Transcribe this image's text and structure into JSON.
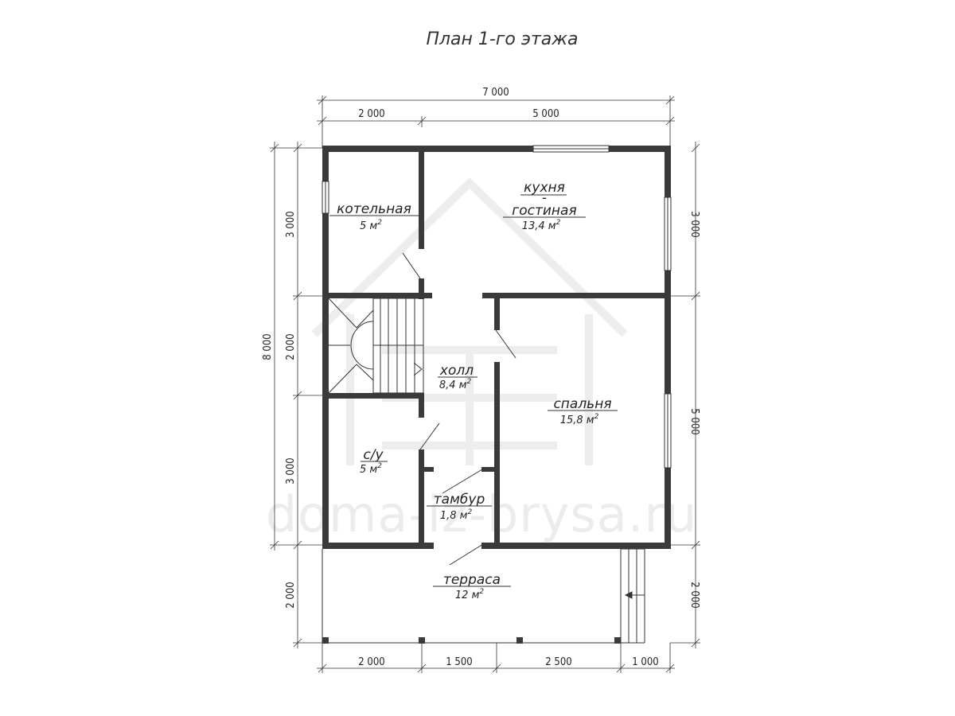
{
  "title": "План 1-го этажа",
  "watermark": "doma-iz-brysa.ru",
  "dimensions": {
    "top_total": "7 000",
    "top_left": "2 000",
    "top_right": "5 000",
    "left_total": "8 000",
    "left_1": "3 000",
    "left_2": "2 000",
    "left_3": "3 000",
    "left_4": "2 000",
    "right_1": "3 000",
    "right_2": "5 000",
    "right_3": "2 000",
    "bottom_1": "2 000",
    "bottom_2": "1 500",
    "bottom_3": "2 500",
    "bottom_4": "1 000"
  },
  "rooms": {
    "boiler": {
      "name": "котельная",
      "area": "5 м"
    },
    "kitchen": {
      "name_1": "кухня",
      "name_sep": "-",
      "name_2": "гостиная",
      "area": "13,4 м"
    },
    "hall": {
      "name": "холл",
      "area": "8,4 м"
    },
    "bedroom": {
      "name": "спальня",
      "area": "15,8 м"
    },
    "bathroom": {
      "name": "с/у",
      "area": "5 м"
    },
    "vestibule": {
      "name": "тамбур",
      "area": "1,8 м"
    },
    "terrace": {
      "name": "терраса",
      "area": "12 м"
    }
  },
  "area_unit_sup": "2"
}
